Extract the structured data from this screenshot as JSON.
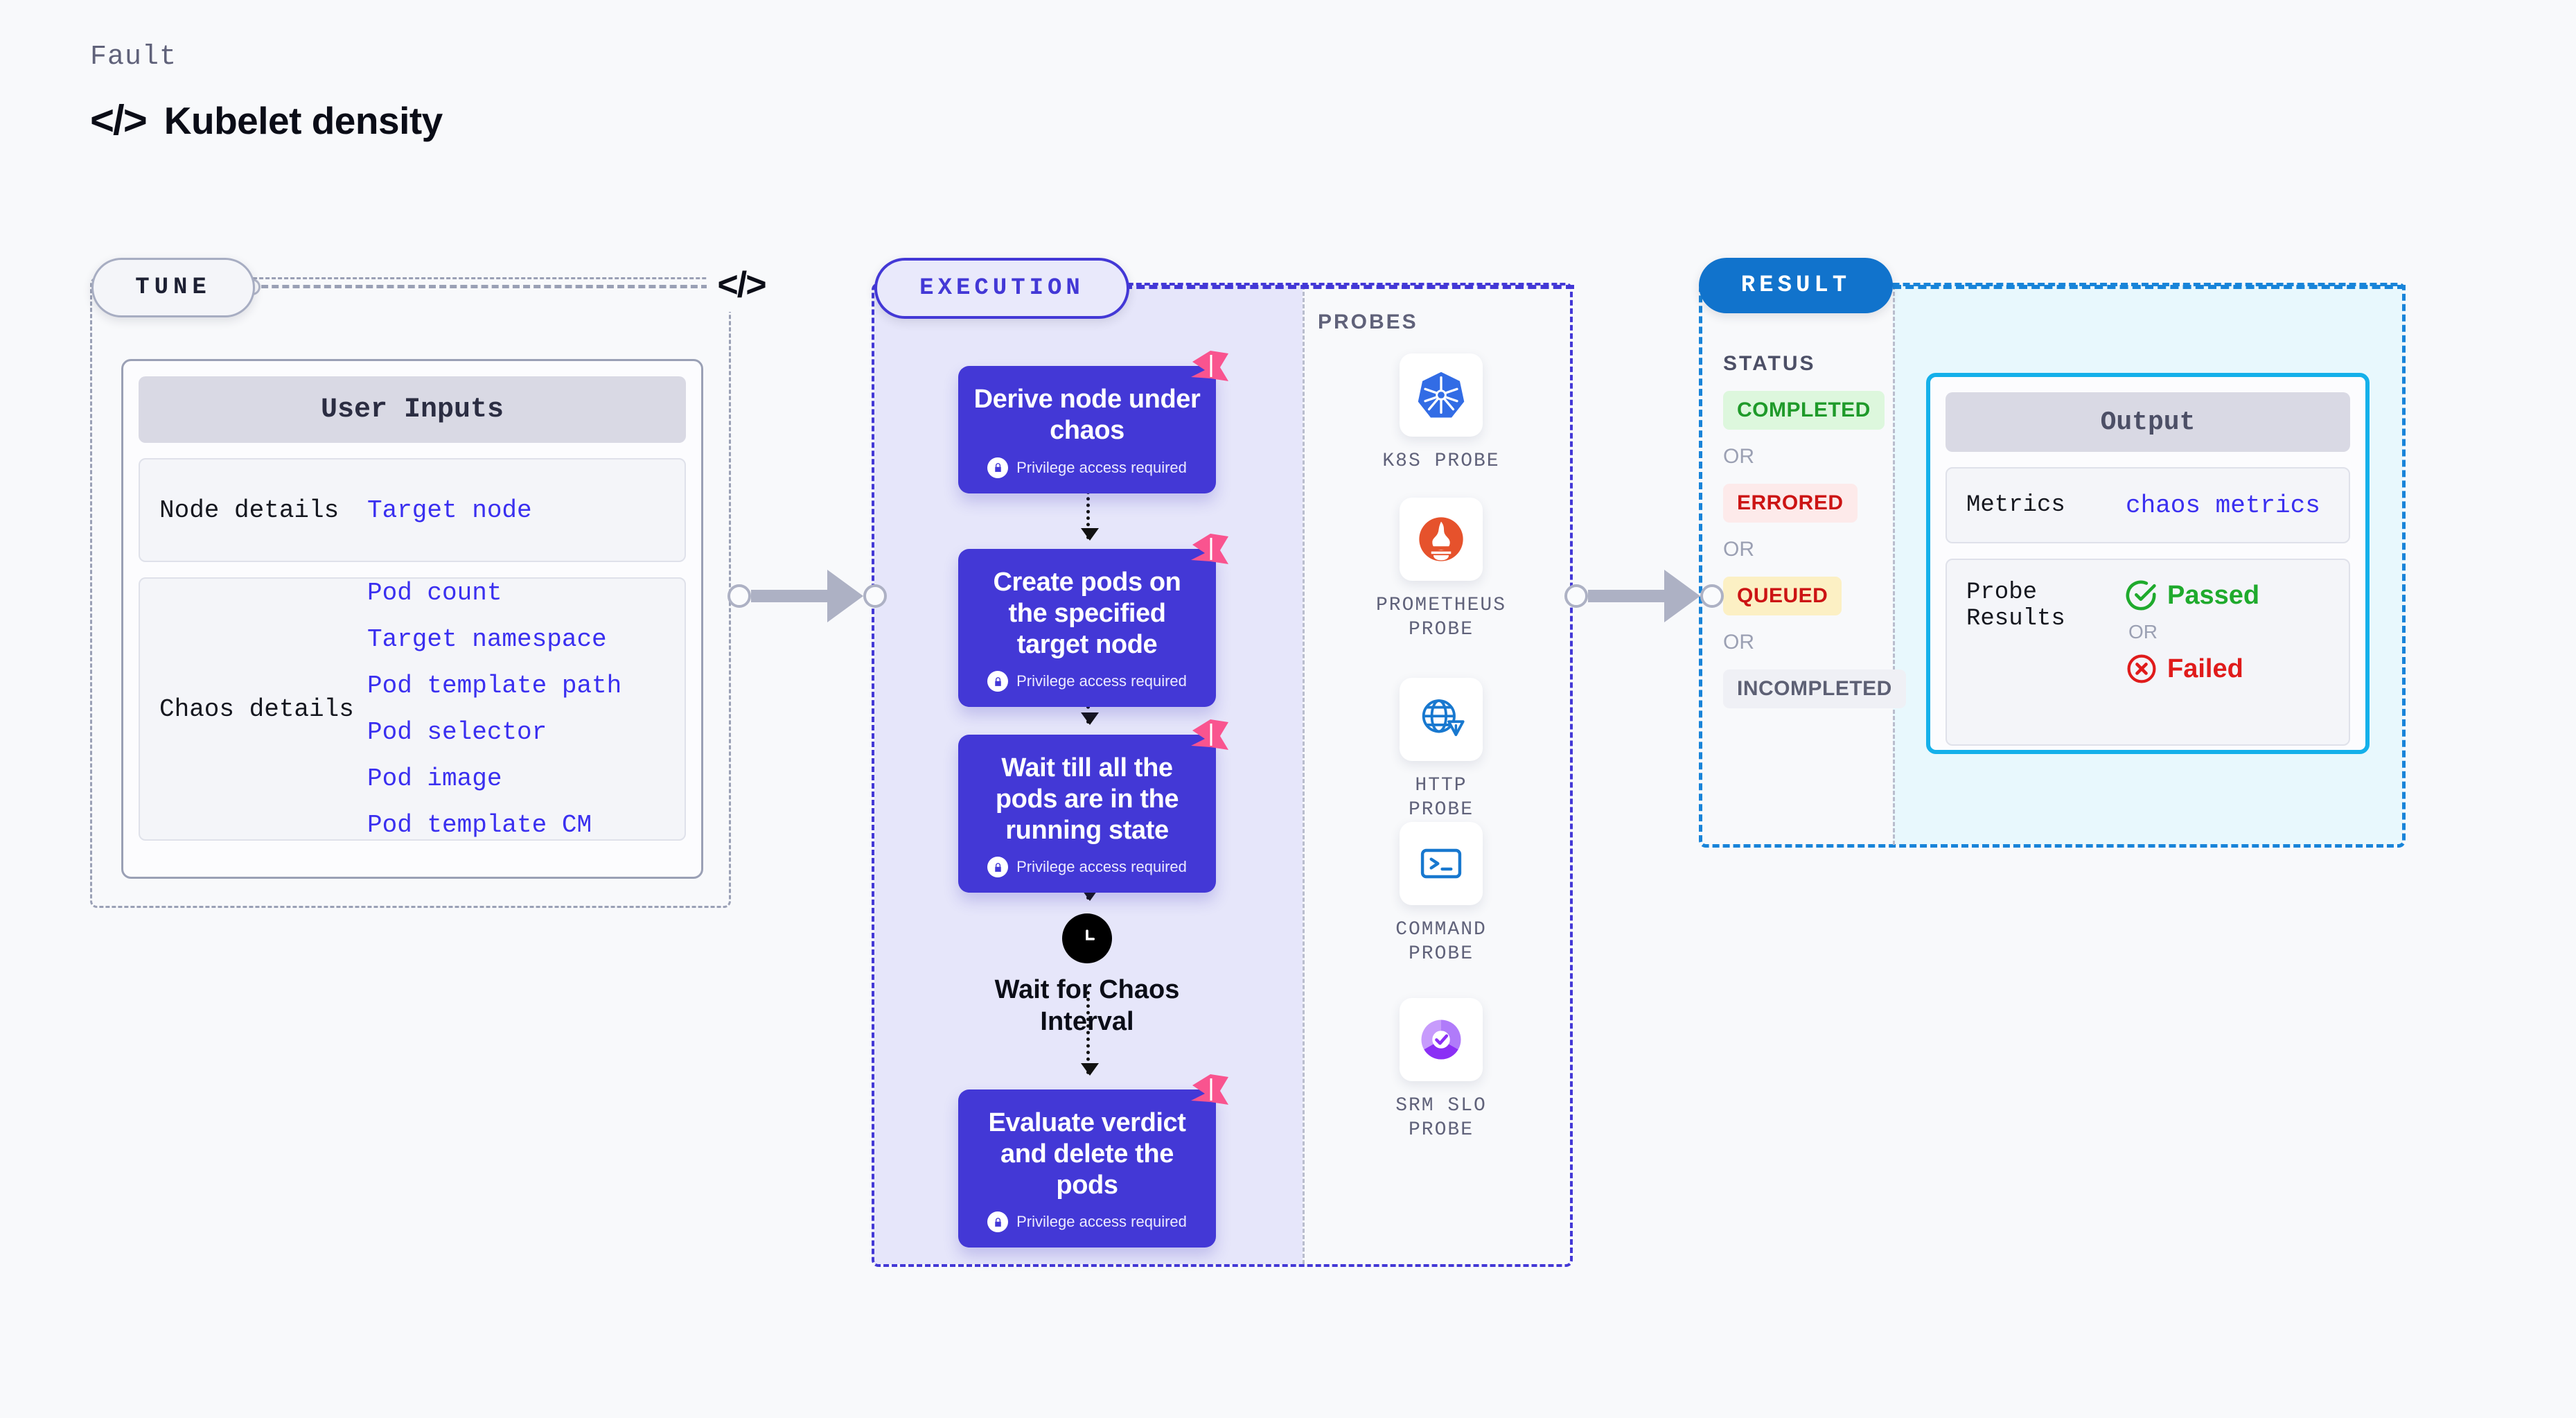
{
  "header": {
    "eyebrow": "Fault",
    "code_glyph": "</>",
    "title": "Kubelet density"
  },
  "stages": {
    "tune": {
      "pill_label": "TUNE",
      "divider_icon": "</>"
    },
    "execution": {
      "pill_label": "EXECUTION"
    },
    "result": {
      "pill_label": "RESULT"
    }
  },
  "tune": {
    "card_title": "User Inputs",
    "rows": [
      {
        "key": "Node details",
        "values": [
          "Target node"
        ]
      },
      {
        "key": "Chaos details",
        "values": [
          "Pod count",
          "Target namespace",
          "Pod template path",
          "Pod selector",
          "Pod image",
          "Pod template CM"
        ]
      }
    ]
  },
  "execution": {
    "nodes": [
      {
        "title": "Derive node under chaos",
        "subtitle": "Privilege access required",
        "icon": "lock-icon"
      },
      {
        "title": "Create pods on the specified target node",
        "subtitle": "Privilege access required",
        "icon": "lock-icon"
      },
      {
        "title": "Wait till all the pods are in the running state",
        "subtitle": "Privilege access required",
        "icon": "lock-icon"
      },
      {
        "title": "Evaluate verdict and delete the pods",
        "subtitle": "Privilege access required",
        "icon": "lock-icon"
      }
    ],
    "wait_step": {
      "label": "Wait for Chaos Interval",
      "icon": "clock-icon"
    }
  },
  "probes": {
    "heading": "PROBES",
    "items": [
      {
        "label": "K8S PROBE",
        "icon": "kubernetes-icon"
      },
      {
        "label": "PROMETHEUS PROBE",
        "icon": "prometheus-icon"
      },
      {
        "label": "HTTP PROBE",
        "icon": "globe-warning-icon"
      },
      {
        "label": "COMMAND PROBE",
        "icon": "terminal-icon"
      },
      {
        "label": "SRM SLO PROBE",
        "icon": "slo-donut-icon"
      }
    ]
  },
  "result": {
    "status_heading": "STATUS",
    "or_label": "OR",
    "statuses": [
      {
        "label": "COMPLETED",
        "text_color": "#1f9a2a",
        "bg_color": "#ddf7dd"
      },
      {
        "label": "ERRORED",
        "text_color": "#cc1414",
        "bg_color": "#fdeaea"
      },
      {
        "label": "QUEUED",
        "text_color": "#cc1414",
        "bg_color": "#fcf0c4"
      },
      {
        "label": "INCOMPLETED",
        "text_color": "#5d6074",
        "bg_color": "#eff0f5"
      }
    ],
    "output": {
      "card_title": "Output",
      "metrics_key": "Metrics",
      "metrics_value": "chaos metrics",
      "probe_results_key": "Probe Results",
      "passed_label": "Passed",
      "failed_label": "Failed",
      "or_label": "OR"
    }
  },
  "colors": {
    "background": "#f8f9fb",
    "node_purple": "#4338d6",
    "execution_bg": "#e6e6fa",
    "result_blue": "#1884d9",
    "result_bg": "#e8f8fd",
    "output_border": "#14b0ea",
    "link_blue": "#3a2ff0",
    "flag_pink": "#f9548f"
  }
}
